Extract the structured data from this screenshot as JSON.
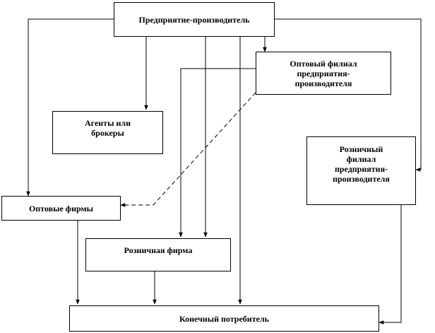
{
  "nodes": {
    "manufacturer": "Предприятие-производитель",
    "wholesale_branch": [
      "Оптовый филиал",
      "предприятия-",
      "производителя"
    ],
    "agents": [
      "Агенты или",
      "брокеры"
    ],
    "retail_branch": [
      "Розничный",
      "филиал",
      "предприятия-",
      "производителя"
    ],
    "wholesale_firms": "Оптовые фирмы",
    "retail_firm": "Розничная фирма",
    "end_consumer": "Конечный потребитель"
  }
}
